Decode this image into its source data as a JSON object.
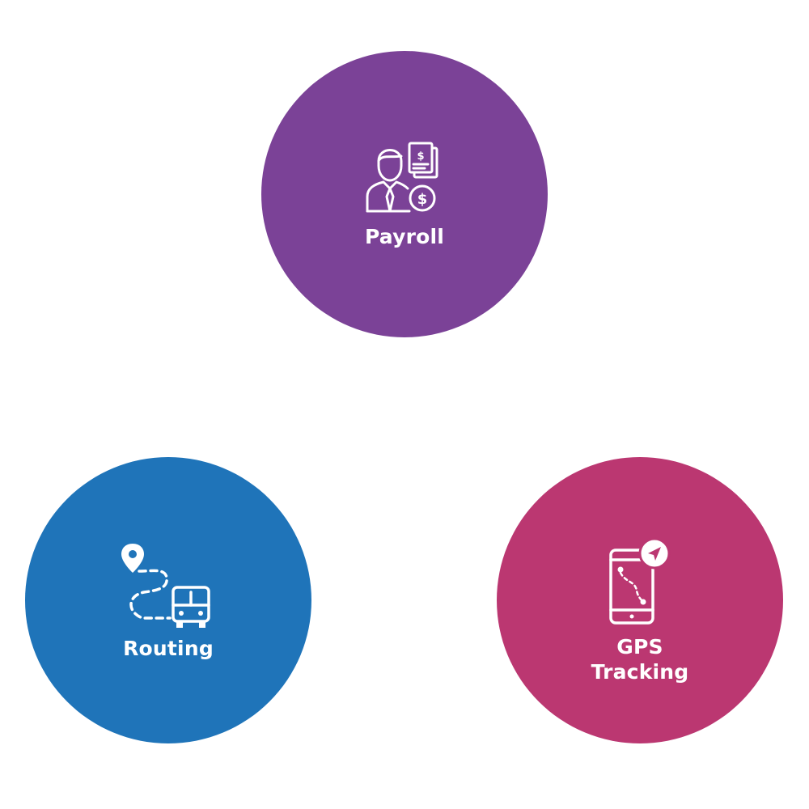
{
  "colors": {
    "payroll": "#7b4297",
    "routing": "#1f74b9",
    "gps_tracking": "#bb3771",
    "icon_and_text": "#ffffff",
    "background": "#ffffff"
  },
  "nodes": [
    {
      "id": "payroll",
      "label_lines": [
        "Payroll"
      ],
      "icon": "employee-payroll-icon"
    },
    {
      "id": "routing",
      "label_lines": [
        "Routing"
      ],
      "icon": "bus-route-icon"
    },
    {
      "id": "gps_tracking",
      "label_lines": [
        "GPS",
        "Tracking"
      ],
      "icon": "phone-gps-icon"
    }
  ]
}
